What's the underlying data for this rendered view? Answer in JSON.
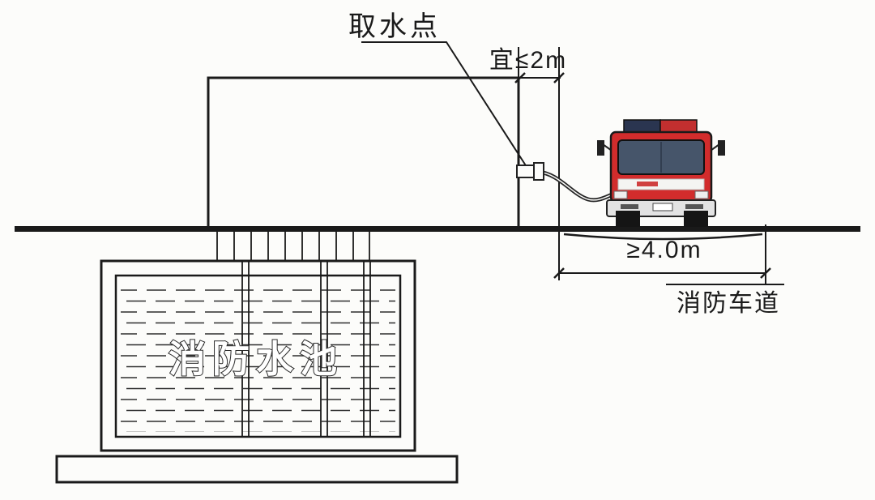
{
  "diagram": {
    "labels": {
      "intake_point": "取水点",
      "intake_distance": "宜≤2m",
      "lane_width": "≥4.0m",
      "fire_lane": "消防车道",
      "water_pool": "消防水池"
    },
    "colors": {
      "line": "#1a1a1a",
      "paper": "#fcfcfa",
      "truck_body": "#d22c2c",
      "truck_windshield": "#46556a",
      "lightbar_left": "#2a3550",
      "lightbar_right": "#c22f2f",
      "bumper": "#e3e3e3",
      "water_line": "#2d2d2d"
    }
  }
}
